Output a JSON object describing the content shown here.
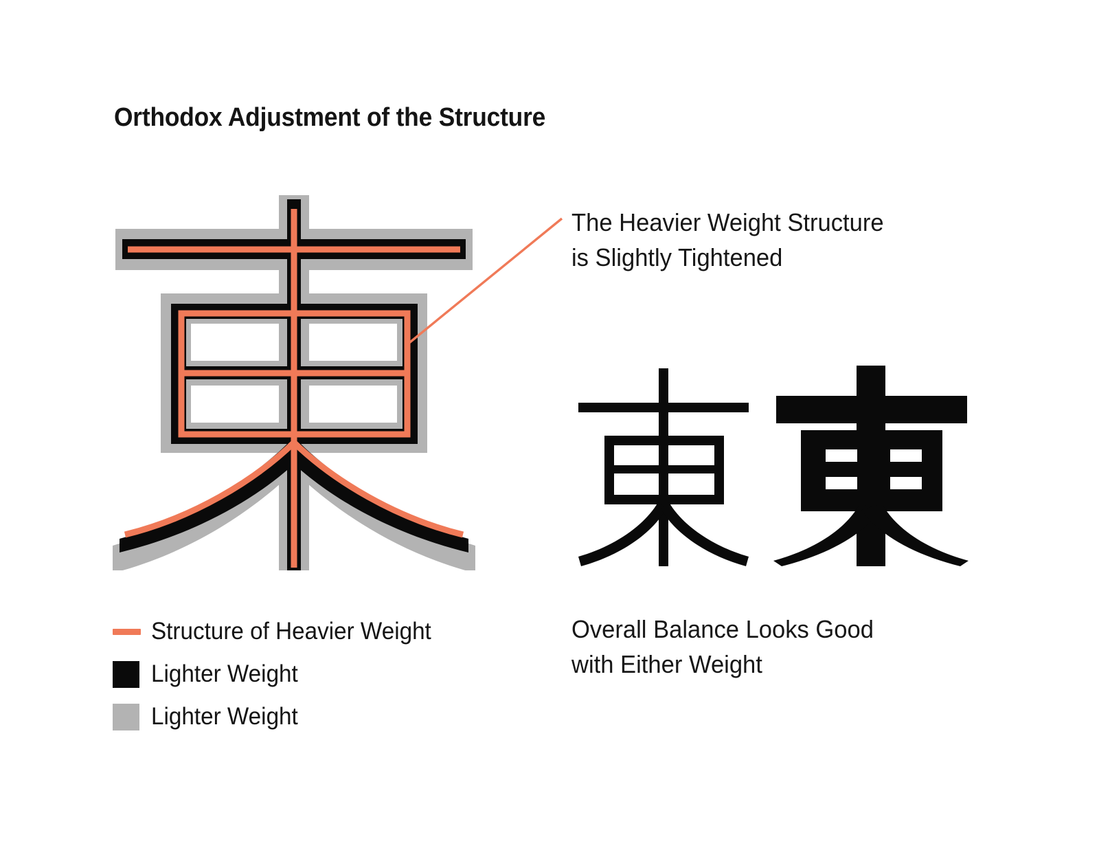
{
  "page": {
    "title": "Orthodox Adjustment of the Structure",
    "background": "#FFFFFF"
  },
  "colors": {
    "heavier_structure_line": "#F07A58",
    "lighter_weight_black": "#0A0A0A",
    "lighter_weight_gray": "#B3B3B3",
    "text": "#141414"
  },
  "annotation": {
    "line1": "The Heavier Weight Structure",
    "line2": "is Slightly Tightened",
    "leader_color": "#F07A58"
  },
  "overlay_diagram": {
    "character": "東",
    "layer_labels": {
      "skeleton": "Structure of Heavier Weight",
      "black_glyph": "Lighter Weight",
      "gray_glyph": "Lighter Weight"
    }
  },
  "reference_glyphs": [
    {
      "name": "light-weight-glyph",
      "character": "東",
      "weight": "light"
    },
    {
      "name": "heavy-weight-glyph",
      "character": "東",
      "weight": "heavy"
    }
  ],
  "legend": {
    "items": [
      {
        "swatch": "line",
        "color": "#F07A58",
        "label": "Structure of Heavier Weight"
      },
      {
        "swatch": "square",
        "color": "#0A0A0A",
        "label": "Lighter Weight"
      },
      {
        "swatch": "square",
        "color": "#B3B3B3",
        "label": "Lighter Weight"
      }
    ]
  },
  "right_caption": {
    "line1": "Overall Balance Looks Good",
    "line2": "with Either Weight"
  }
}
